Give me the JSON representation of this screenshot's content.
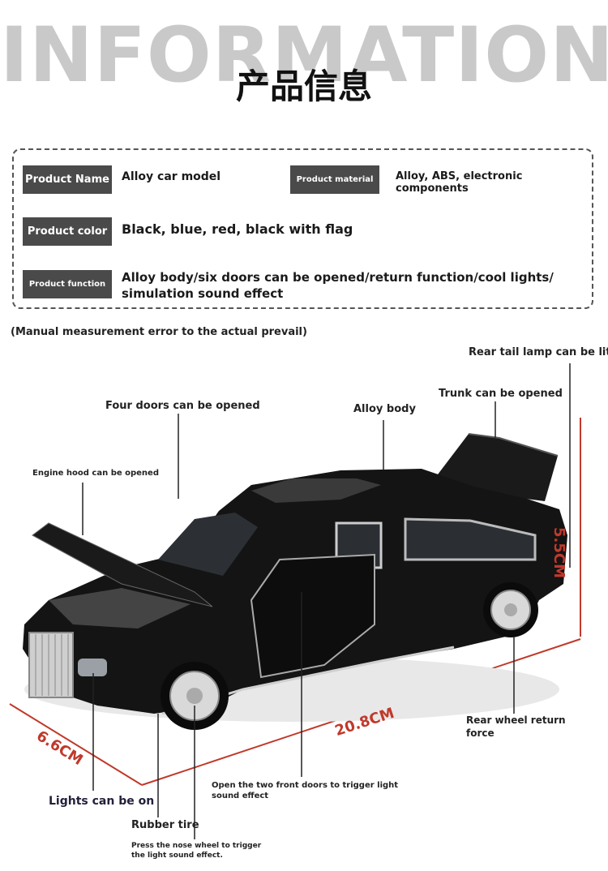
{
  "header": {
    "bg_title": "INFORMATION",
    "cn_title": "产品信息"
  },
  "info": {
    "name_label": "Product Name",
    "name_value": "Alloy car model",
    "material_label": "Product material",
    "material_value": "Alloy, ABS, electronic components",
    "color_label": "Product color",
    "color_value": "Black, blue, red, black with flag",
    "function_label": "Product function",
    "function_value_line1": "Alloy body/six doors can be opened/return function/cool lights/",
    "function_value_line2": "simulation sound effect"
  },
  "note": "(Manual measurement error to the actual prevail)",
  "callouts": {
    "rear_tail_lamp": "Rear tail lamp can be lit",
    "trunk": "Trunk can be opened",
    "alloy_body": "Alloy body",
    "four_doors": "Four doors can be opened",
    "engine_hood": "Engine hood can be opened",
    "rear_wheel": "Rear wheel return",
    "rear_wheel_line2": "force",
    "front_doors_light": "Open the two front doors to trigger light",
    "front_doors_light_line2": "sound effect",
    "lights": "Lights can be on",
    "rubber_tire": "Rubber tire",
    "nose_wheel": "Press the nose wheel to trigger",
    "nose_wheel_line2": "the light sound effect."
  },
  "dimensions": {
    "height": "5.5CM",
    "length": "20.8CM",
    "width": "6.6CM"
  },
  "colors": {
    "tag_bg": "#4a4a4a",
    "dimension": "#c0392b",
    "car_body": "#141414"
  }
}
